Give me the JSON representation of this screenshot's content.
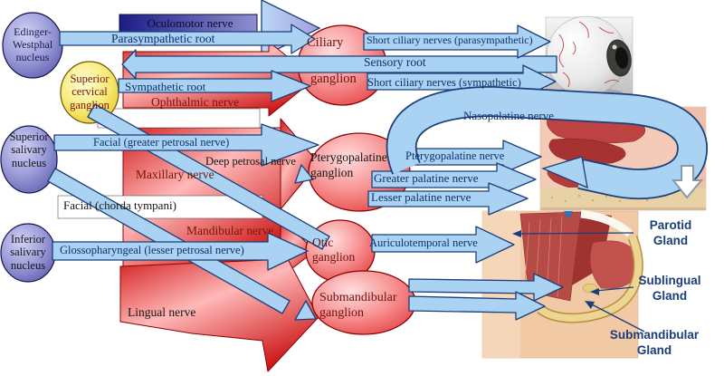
{
  "labels": {
    "edinger_westphal": "Edinger-\nWestphal\nnucleus",
    "superior_cervical": "Superior\ncervical\nganglion",
    "superior_salivary": "Superior\nsalivary\nnucleus",
    "inferior_salivary": "Inferior\nsalivary\nnucleus",
    "ciliary_top": "Ciliary",
    "ciliary_bottom": "ganglion",
    "pterygopalatine_ganglion": "Pterygopalatine\nganglion",
    "otic_ganglion": "Otic\nganglion",
    "submandibular_ganglion": "Submandibular\nganglion",
    "oculomotor": "Oculomotor nerve",
    "parasympathetic_root": "Parasympathetic root",
    "short_ciliary_parasympathetic": "Short ciliary nerves (parasympathetic)",
    "sensory_root": "Sensory root",
    "short_ciliary_sympathetic": "Short ciliary nerves (sympathetic)",
    "sympathetic_root": "Sympathetic root",
    "ophthalmic": "Ophthalmic nerve",
    "facial_greater_petrosal": "Facial (greater petrosal nerve)",
    "deep_petrosal": "Deep petrosal nerve",
    "maxillary": "Maxillary nerve",
    "nasopalatine": "Nasopalatine nerve",
    "pterygopalatine_nerve": "Pterygopalatine nerve",
    "greater_palatine": "Greater palatine nerve",
    "lesser_palatine": "Lesser palatine nerve",
    "facial_chorda_tympani": "Facial (chorda   tympani)",
    "mandibular": "Mandibular nerve",
    "glossopharyngeal": "Glossopharyngeal (lesser petrosal nerve)",
    "auriculotemporal": "Auriculotemporal nerve",
    "lingual": "Lingual nerve",
    "parotid_gland": "Parotid\nGland",
    "sublingual_gland": "Sublingual\nGland",
    "submandibular_gland": "Submandibular\nGland"
  },
  "colors": {
    "arrow_blue_fill": "#a9d2f3",
    "arrow_blue_outline": "#1c3f79",
    "nerve_red": "#d42020",
    "nucleus_purple": "#8c8cd2",
    "sympathetic_yellow": "#f5e76e",
    "label_navy": "#10306e",
    "label_maroon": "#7a1505",
    "gland_label_navy": "#1b3d7a"
  }
}
